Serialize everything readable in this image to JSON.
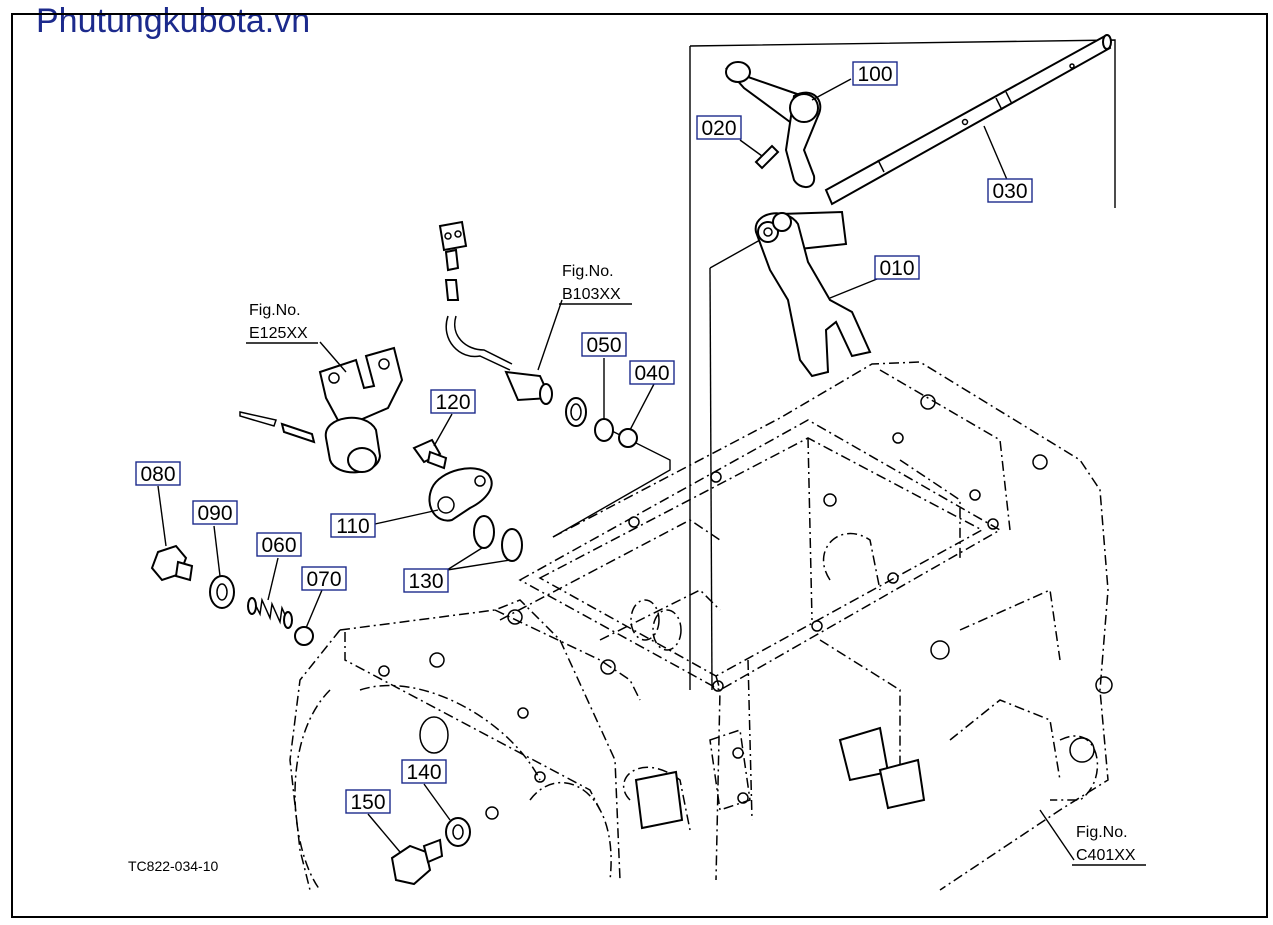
{
  "site_watermark": "Phutungkubota.vn",
  "drawing_code": "TC822-034-10",
  "callouts": [
    {
      "id": "100",
      "label": "100"
    },
    {
      "id": "020",
      "label": "020"
    },
    {
      "id": "030",
      "label": "030"
    },
    {
      "id": "010",
      "label": "010"
    },
    {
      "id": "050",
      "label": "050"
    },
    {
      "id": "040",
      "label": "040"
    },
    {
      "id": "120",
      "label": "120"
    },
    {
      "id": "080",
      "label": "080"
    },
    {
      "id": "090",
      "label": "090"
    },
    {
      "id": "060",
      "label": "060"
    },
    {
      "id": "070",
      "label": "070"
    },
    {
      "id": "110",
      "label": "110"
    },
    {
      "id": "130",
      "label": "130"
    },
    {
      "id": "140",
      "label": "140"
    },
    {
      "id": "150",
      "label": "150"
    }
  ],
  "fig_refs": [
    {
      "line1": "Fig.No.",
      "line2": "E125XX"
    },
    {
      "line1": "Fig.No.",
      "line2": "B103XX"
    },
    {
      "line1": "Fig.No.",
      "line2": "C401XX"
    }
  ]
}
